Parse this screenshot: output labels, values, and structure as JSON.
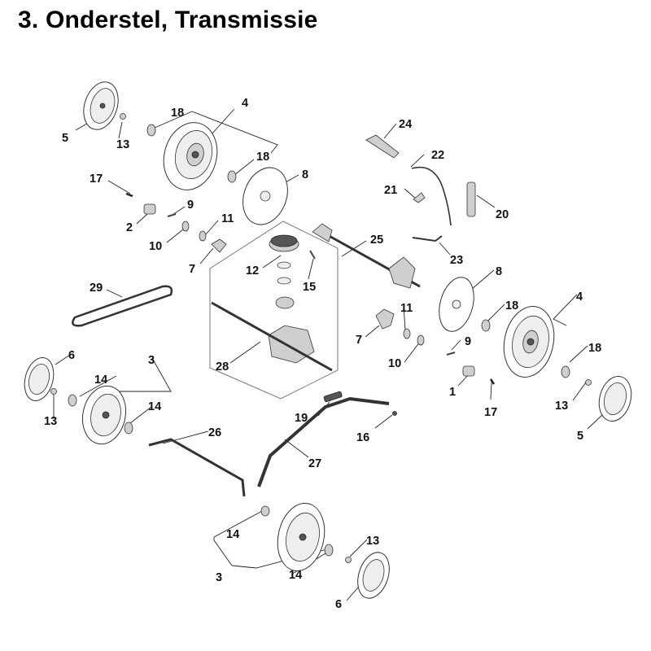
{
  "title": "3. Onderstel, Transmissie",
  "callouts": [
    {
      "id": "c18a",
      "label": "18"
    },
    {
      "id": "c4a",
      "label": "4"
    },
    {
      "id": "c5a",
      "label": "5"
    },
    {
      "id": "c13a",
      "label": "13"
    },
    {
      "id": "c18b",
      "label": "18"
    },
    {
      "id": "c8a",
      "label": "8"
    },
    {
      "id": "c17a",
      "label": "17"
    },
    {
      "id": "c9a",
      "label": "9"
    },
    {
      "id": "c2",
      "label": "2"
    },
    {
      "id": "c11a",
      "label": "11"
    },
    {
      "id": "c10a",
      "label": "10"
    },
    {
      "id": "c7a",
      "label": "7"
    },
    {
      "id": "c12",
      "label": "12"
    },
    {
      "id": "c15",
      "label": "15"
    },
    {
      "id": "c25",
      "label": "25"
    },
    {
      "id": "c24",
      "label": "24"
    },
    {
      "id": "c22",
      "label": "22"
    },
    {
      "id": "c21",
      "label": "21"
    },
    {
      "id": "c20",
      "label": "20"
    },
    {
      "id": "c23",
      "label": "23"
    },
    {
      "id": "c29",
      "label": "29"
    },
    {
      "id": "c8b",
      "label": "8"
    },
    {
      "id": "c4b",
      "label": "4"
    },
    {
      "id": "c18c",
      "label": "18"
    },
    {
      "id": "c18d",
      "label": "18"
    },
    {
      "id": "c11b",
      "label": "11"
    },
    {
      "id": "c7b",
      "label": "7"
    },
    {
      "id": "c9b",
      "label": "9"
    },
    {
      "id": "c10b",
      "label": "10"
    },
    {
      "id": "c1",
      "label": "1"
    },
    {
      "id": "c17b",
      "label": "17"
    },
    {
      "id": "c13b",
      "label": "13"
    },
    {
      "id": "c5b",
      "label": "5"
    },
    {
      "id": "c28",
      "label": "28"
    },
    {
      "id": "c6a",
      "label": "6"
    },
    {
      "id": "c3a",
      "label": "3"
    },
    {
      "id": "c14a",
      "label": "14"
    },
    {
      "id": "c14b",
      "label": "14"
    },
    {
      "id": "c13c",
      "label": "13"
    },
    {
      "id": "c19",
      "label": "19"
    },
    {
      "id": "c16",
      "label": "16"
    },
    {
      "id": "c26",
      "label": "26"
    },
    {
      "id": "c27",
      "label": "27"
    },
    {
      "id": "c14c",
      "label": "14"
    },
    {
      "id": "c13d",
      "label": "13"
    },
    {
      "id": "c3b",
      "label": "3"
    },
    {
      "id": "c14d",
      "label": "14"
    },
    {
      "id": "c6b",
      "label": "6"
    }
  ]
}
